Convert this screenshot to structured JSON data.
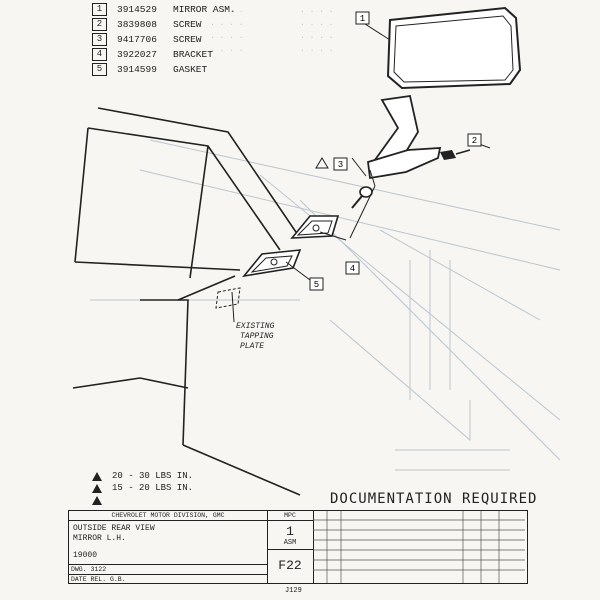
{
  "parts_list": [
    {
      "num": "1",
      "part_no": "3914529",
      "name": "MIRROR ASM."
    },
    {
      "num": "2",
      "part_no": "3839808",
      "name": "SCREW"
    },
    {
      "num": "3",
      "part_no": "9417706",
      "name": "SCREW"
    },
    {
      "num": "4",
      "part_no": "3922027",
      "name": "BRACKET"
    },
    {
      "num": "5",
      "part_no": "3914599",
      "name": "GASKET"
    }
  ],
  "diagram": {
    "callouts": [
      "1",
      "2",
      "3",
      "4",
      "5"
    ],
    "existing_label": [
      "EXISTING",
      "TAPPING",
      "PLATE"
    ]
  },
  "torque_legend": [
    {
      "label": "20 - 30  LBS IN."
    },
    {
      "label": "15 - 20  LBS IN."
    },
    {
      "label": ""
    }
  ],
  "documentation_required": "DOCUMENTATION  REQUIRED",
  "title_block": {
    "division": "CHEVROLET MOTOR DIVISION, GMC",
    "description_line1": "OUTSIDE REAR VIEW",
    "description_line2": "MIRROR L.H.",
    "number": "19000",
    "dwg_row": "DWG. 3122",
    "date_row": "DATE REL. G.B.",
    "mpc_header": "MPC",
    "mpc_value": "1",
    "mpc_sub": "ASM",
    "group": "F22"
  },
  "page_label": "J129"
}
